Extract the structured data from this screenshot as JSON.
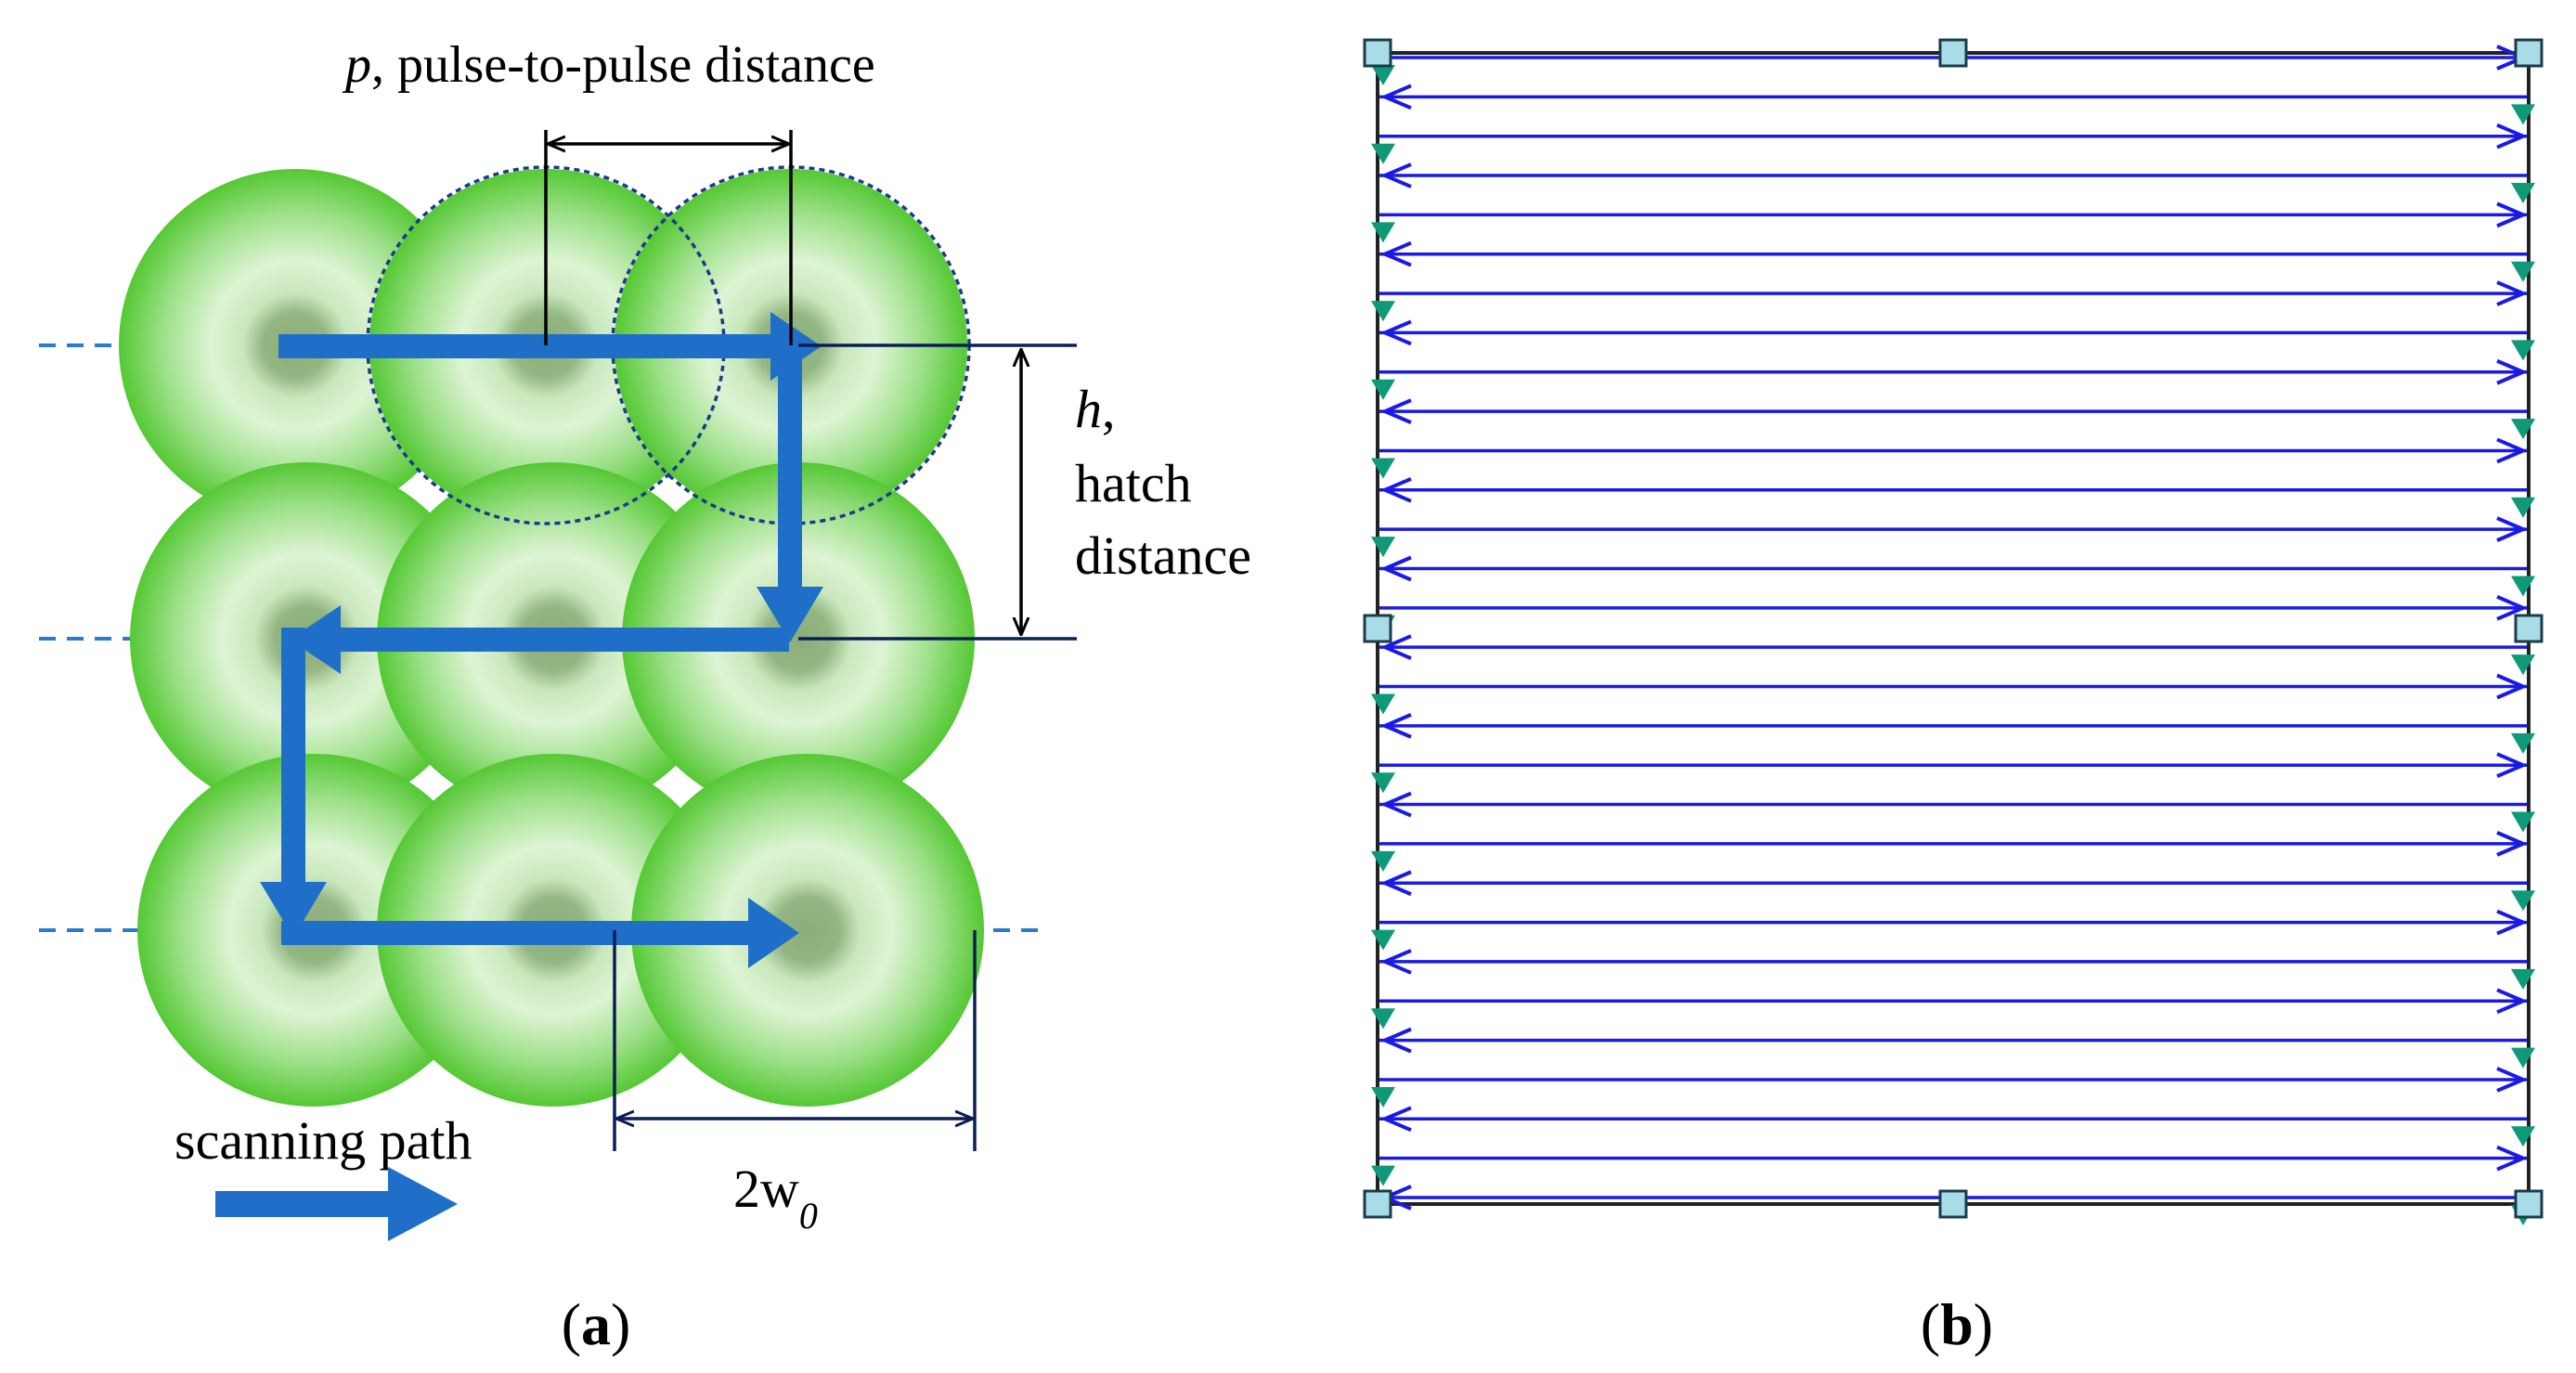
{
  "panel_a": {
    "pulse_label_var": "p",
    "pulse_label_text": ", pulse-to-pulse distance",
    "hatch_label_var": "h",
    "hatch_label_comma": ",",
    "hatch_label_line2": "hatch",
    "hatch_label_line3": "distance",
    "diameter_label_base": "2w",
    "diameter_label_sub": "0",
    "scanning_label": "scanning path",
    "caption_letter": "a"
  },
  "panel_b": {
    "caption_letter": "b",
    "scan_line_count": 30
  },
  "colors": {
    "spot_outer": "#5ccd3c",
    "spot_inner": "#dcf3d2",
    "spot_core": "#8fb27e",
    "path_arrow": "#1f6fc8",
    "dimension_line": "#0b1f55",
    "scan_line": "#1a1ae6",
    "handle_fill": "#a8dde8",
    "start_marker": "#0e9a78"
  }
}
